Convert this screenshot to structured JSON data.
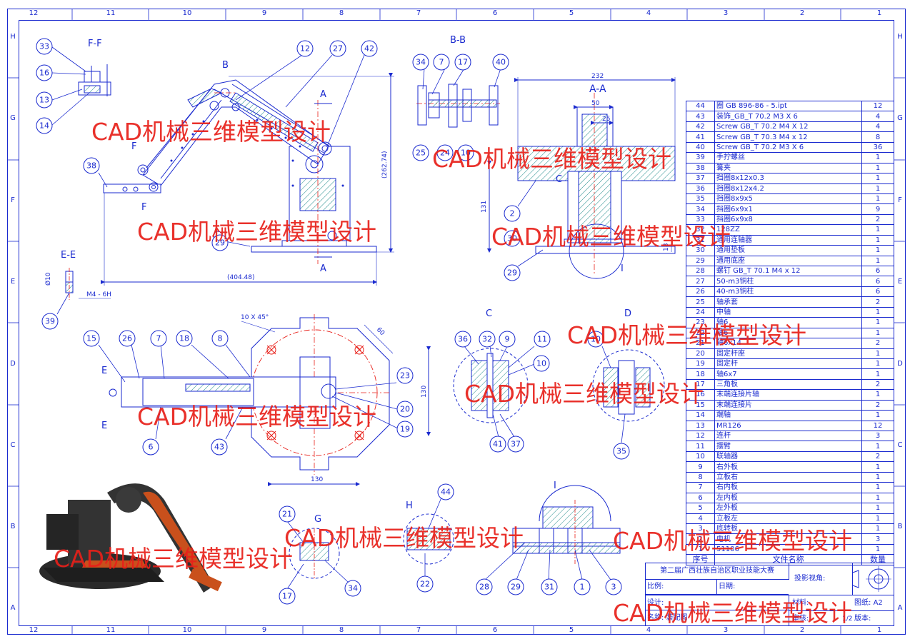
{
  "zones_h": [
    "12",
    "11",
    "10",
    "9",
    "8",
    "7",
    "6",
    "5",
    "4",
    "3",
    "2",
    "1"
  ],
  "zones_v": [
    "H",
    "G",
    "F",
    "E",
    "D",
    "C",
    "B",
    "A"
  ],
  "views": {
    "ff": "F-F",
    "bb": "B-B",
    "aa": "A-A",
    "ee": "E-E",
    "c": "C",
    "d": "D",
    "h": "H",
    "i": "I",
    "g": "G",
    "b_mark": "B",
    "a_top": "A",
    "a_bot": "A",
    "f_top": "F",
    "f_bot": "F",
    "e_top": "E",
    "e_bot": "E",
    "c_mark": "C",
    "i_mark": "I",
    "h_mark": "H",
    "g_mark": "G"
  },
  "dims": {
    "w404": "(404.48)",
    "h262": "(262.74)",
    "d232": "232",
    "d50": "50",
    "d25": "25",
    "d131": "131",
    "d18": "18",
    "d130h": "130",
    "d130v": "130",
    "d60": "60",
    "cham": "10 X 45°",
    "phi10": "Ø10",
    "m4": "M4 - 6H"
  },
  "balloons": [
    "33",
    "16",
    "13",
    "14",
    "12",
    "27",
    "42",
    "38",
    "29",
    "39",
    "34",
    "7",
    "17",
    "40",
    "25",
    "24",
    "10",
    "2",
    "30",
    "29",
    "15",
    "26",
    "7",
    "18",
    "8",
    "6",
    "43",
    "23",
    "20",
    "19",
    "36",
    "32",
    "9",
    "11",
    "10",
    "41",
    "37",
    "10",
    "35",
    "44",
    "21",
    "17",
    "34",
    "22",
    "28",
    "29",
    "31",
    "1",
    "3"
  ],
  "watermark": "CAD机械三维模型设计",
  "bom": {
    "rows": [
      [
        "44",
        "圈 GB 896-86 - 5.ipt",
        "12"
      ],
      [
        "43",
        "装饰_GB_T 70.2 M3 X 6",
        "4"
      ],
      [
        "42",
        "Screw GB_T 70.2 M4 X 12",
        "4"
      ],
      [
        "41",
        "Screw GB_T 70.3 M4 x 12",
        "8"
      ],
      [
        "40",
        "Screw GB_T 70.2 M3 X 6",
        "36"
      ],
      [
        "39",
        "手拧螺丝",
        "1"
      ],
      [
        "38",
        "篝夹",
        "1"
      ],
      [
        "37",
        "挡圈8x12x0.3",
        "1"
      ],
      [
        "36",
        "挡圈8x12x4.2",
        "1"
      ],
      [
        "35",
        "挡圈8x9x5",
        "1"
      ],
      [
        "34",
        "挡圈6x9x1",
        "9"
      ],
      [
        "33",
        "挡圈6x9x8",
        "2"
      ],
      [
        "32",
        "128ZZ",
        "1"
      ],
      [
        "31",
        "通用连轴器",
        "1"
      ],
      [
        "30",
        "通用垫板",
        "1"
      ],
      [
        "29",
        "通用底座",
        "1"
      ],
      [
        "28",
        "螺钉 GB_T 70.1 M4 x 12",
        "6"
      ],
      [
        "27",
        "50-m3铜柱",
        "6"
      ],
      [
        "26",
        "40-m3铜柱",
        "6"
      ],
      [
        "25",
        "轴承套",
        "2"
      ],
      [
        "24",
        "中轴",
        "1"
      ],
      [
        "23",
        "轴6",
        "1"
      ],
      [
        "22",
        "轴6",
        "1"
      ],
      [
        "21",
        "轴6x14",
        "2"
      ],
      [
        "20",
        "固定杆座",
        "1"
      ],
      [
        "19",
        "固定杆",
        "1"
      ],
      [
        "18",
        "轴6x7",
        "1"
      ],
      [
        "17",
        "三角板",
        "2"
      ],
      [
        "16",
        "末端连接片轴",
        "1"
      ],
      [
        "15",
        "末端连接片",
        "2"
      ],
      [
        "14",
        "端轴",
        "1"
      ],
      [
        "13",
        "MR126",
        "12"
      ],
      [
        "12",
        "连杆",
        "3"
      ],
      [
        "11",
        "摆臂",
        "1"
      ],
      [
        "10",
        "联轴器",
        "2"
      ],
      [
        "9",
        "右外板",
        "1"
      ],
      [
        "8",
        "立板右",
        "1"
      ],
      [
        "7",
        "右内板",
        "1"
      ],
      [
        "6",
        "左内板",
        "1"
      ],
      [
        "5",
        "左外板",
        "1"
      ],
      [
        "4",
        "立板左",
        "1"
      ],
      [
        "3",
        "底转板",
        "1"
      ],
      [
        "2",
        "电机",
        "3"
      ],
      [
        "1",
        "51106",
        "1"
      ]
    ],
    "header": {
      "no": "序号",
      "name": "文件名称",
      "qty": "数量"
    }
  },
  "titleblock": {
    "contest": "第二届广西壮族自治区职业技能大赛",
    "projection": "投影视角:",
    "scale": "比例:",
    "date": "日期:",
    "design": "设计:",
    "name": "名称: 装配图",
    "material": "材料:",
    "review": "审核:",
    "sheet_label": "图纸:",
    "sheet_val": "A2",
    "version": "版本:",
    "page": "1/2"
  },
  "colors": {
    "line": "#1a2acf",
    "hatch": "#1f8a8a",
    "watermark": "#e8201a",
    "dark": "#333333"
  }
}
